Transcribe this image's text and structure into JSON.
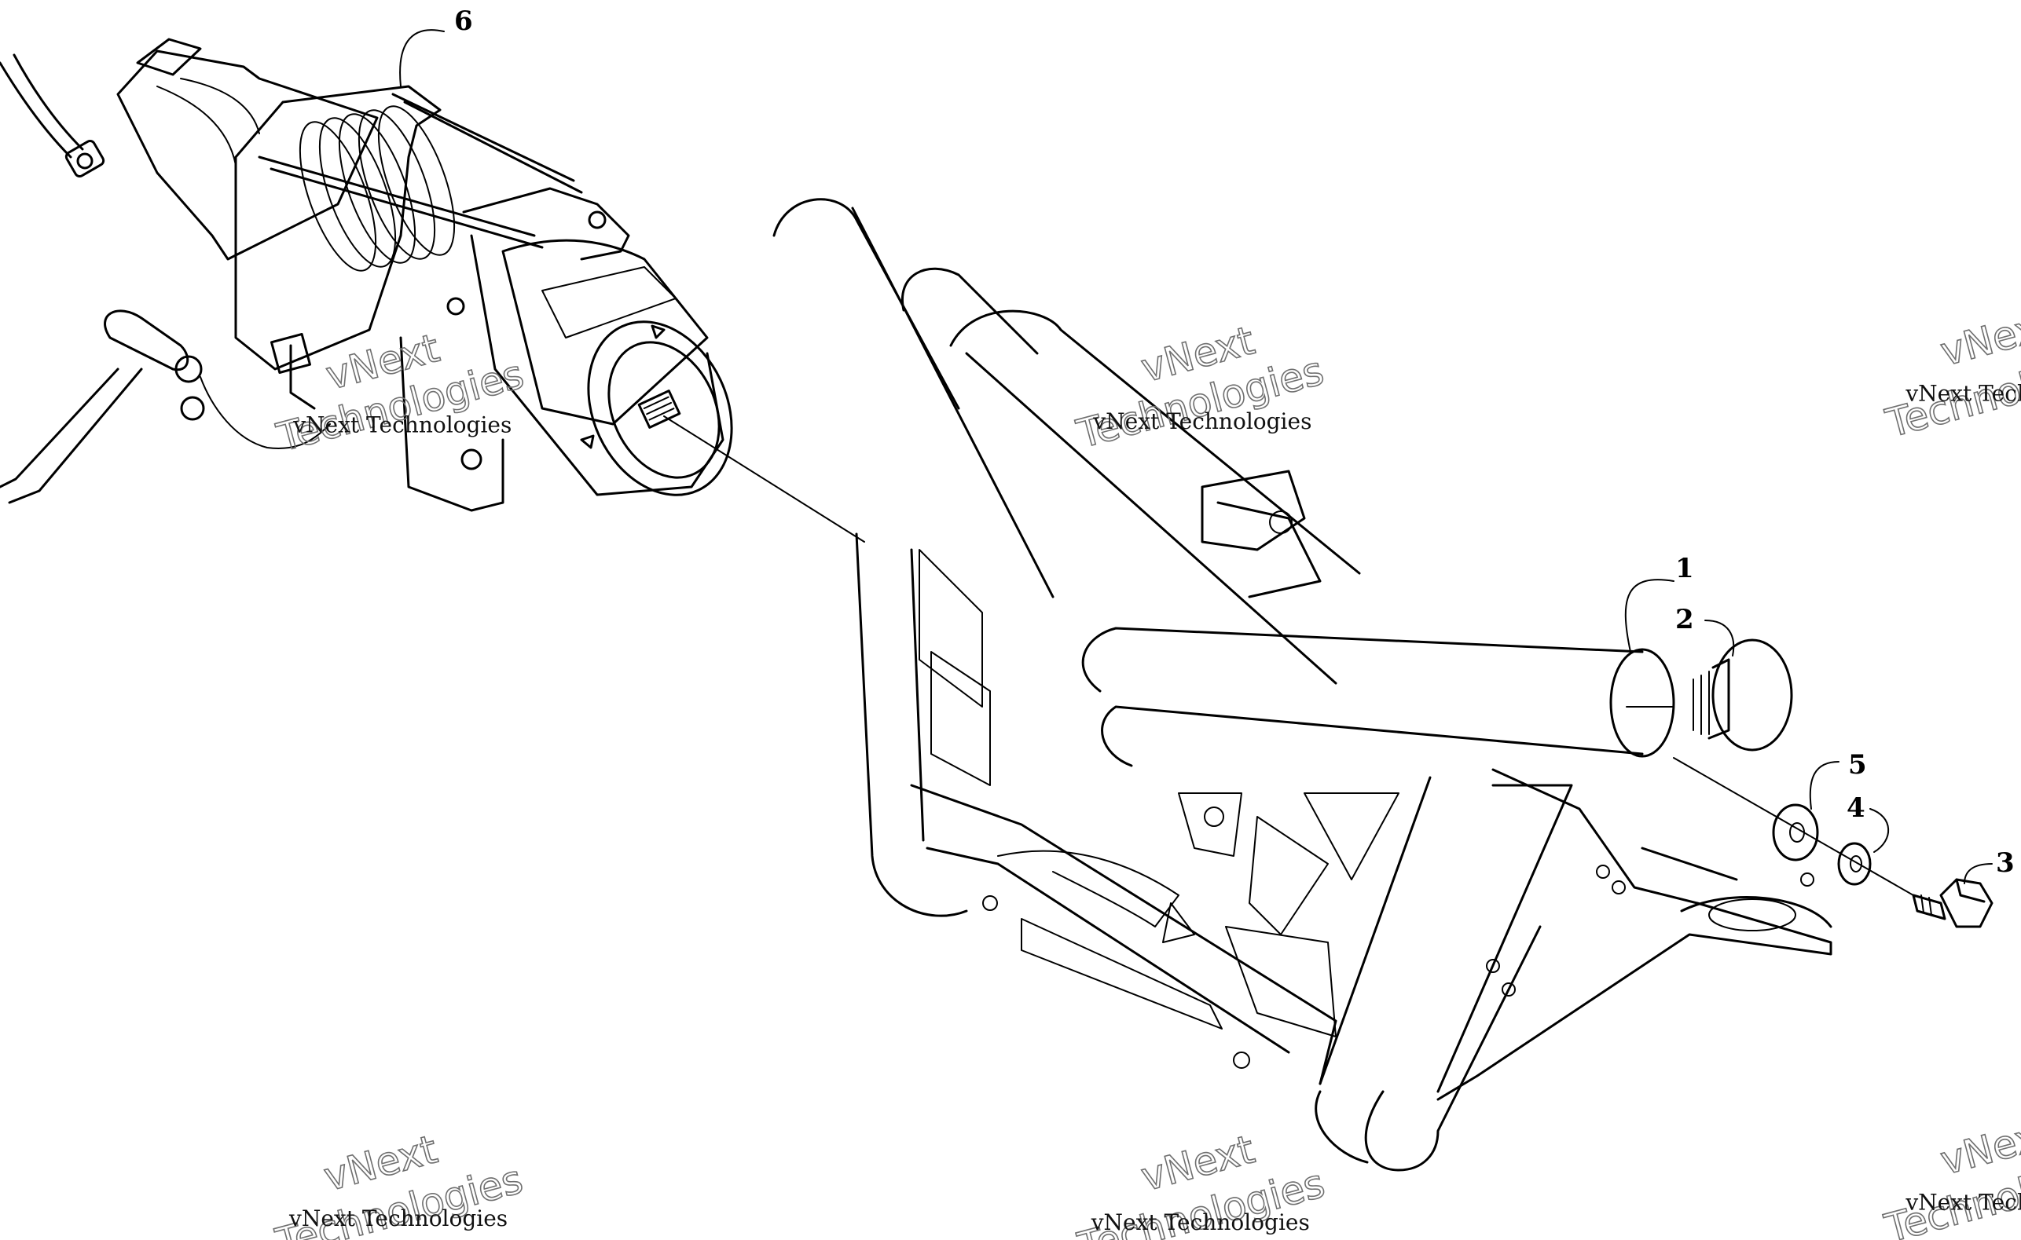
{
  "diagram": {
    "callouts": [
      "1",
      "2",
      "3",
      "4",
      "5",
      "6"
    ],
    "parts": [
      "winch-assembly",
      "front-bumper-tube",
      "skid-plate-bracket",
      "end-plug",
      "flange-bolt",
      "lock-washer",
      "flat-washer"
    ]
  },
  "watermark": {
    "line1": "vNext",
    "line2": "Technologies",
    "caption": "vNext Technologies"
  }
}
